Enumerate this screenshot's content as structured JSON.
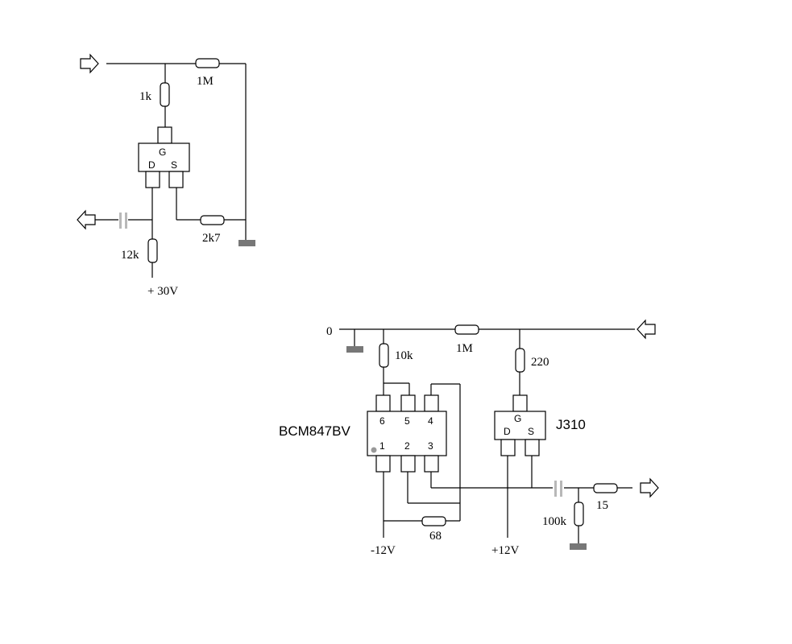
{
  "circuit_top": {
    "r_series": "1M",
    "r_gate": "1k",
    "r_drain": "12k",
    "r_source": "2k7",
    "supply": "+ 30V",
    "fet_pins": {
      "g": "G",
      "d": "D",
      "s": "S"
    }
  },
  "circuit_bottom": {
    "input_label": "0",
    "r_10k": "10k",
    "r_1m": "1M",
    "r_220": "220",
    "r_68": "68",
    "r_100k": "100k",
    "r_15": "15",
    "ic_name": "BCM847BV",
    "ic_pins": {
      "p1": "1",
      "p2": "2",
      "p3": "3",
      "p4": "4",
      "p5": "5",
      "p6": "6"
    },
    "fet_name": "J310",
    "fet_pins": {
      "g": "G",
      "d": "D",
      "s": "S"
    },
    "neg_supply": "-12V",
    "pos_supply": "+12V"
  },
  "colors": {
    "ground": "#777777",
    "capacitor": "#b8b8b8",
    "wire": "#000000"
  }
}
